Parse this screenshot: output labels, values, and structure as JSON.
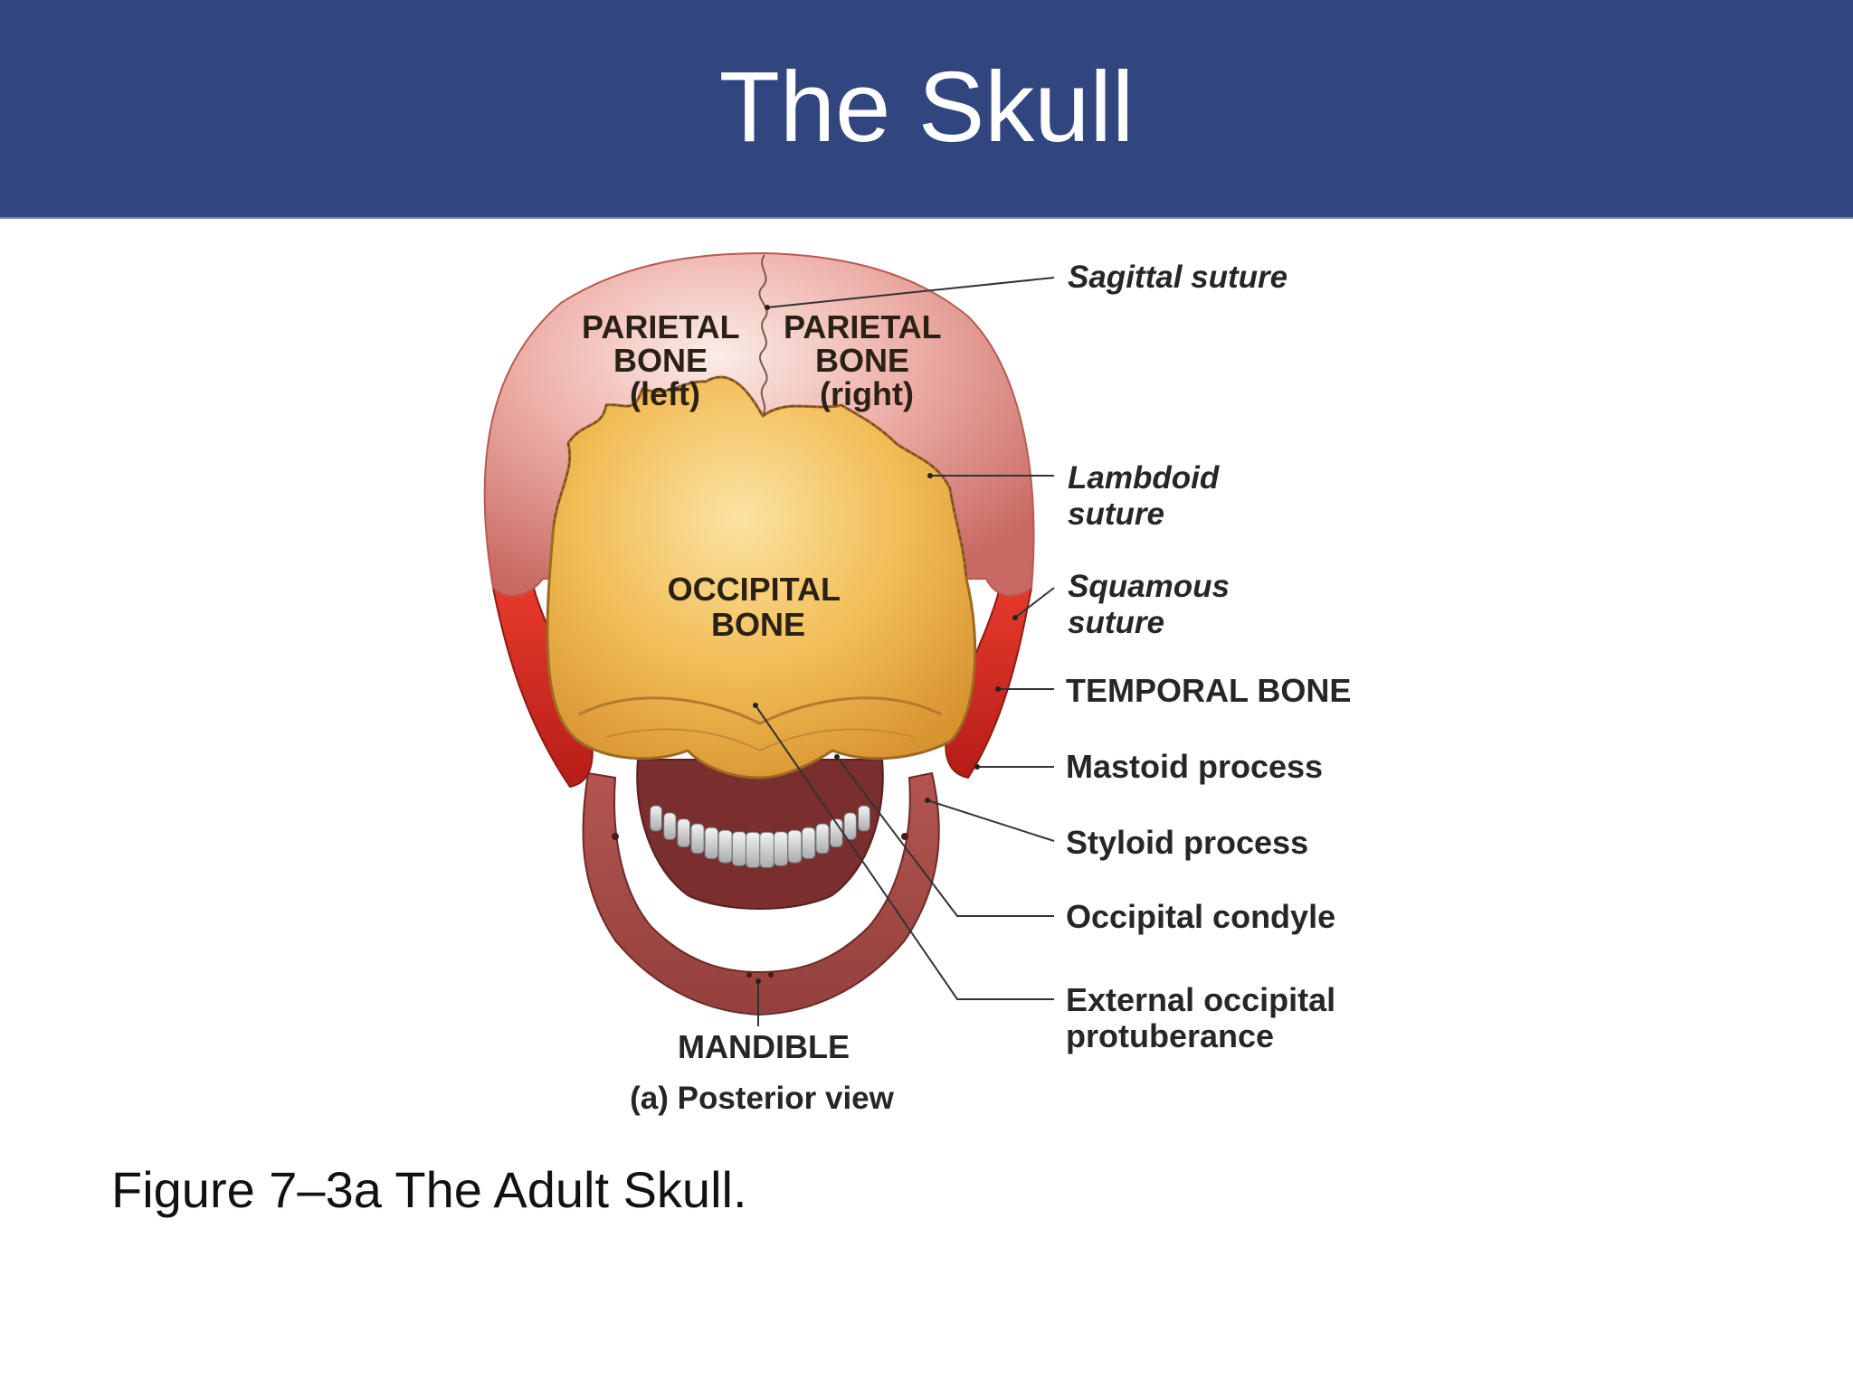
{
  "slide": {
    "title": "The Skull",
    "caption": "Figure 7–3a The Adult Skull.",
    "title_bar_color": "#31457f"
  },
  "figure": {
    "view_label": "(a) Posterior view",
    "bone_labels": {
      "parietal_left": [
        "PARIETAL",
        "BONE",
        "(left)"
      ],
      "parietal_right": [
        "PARIETAL",
        "BONE",
        "(right)"
      ],
      "occipital": [
        "OCCIPITAL",
        "BONE"
      ],
      "mandible": "MANDIBLE"
    },
    "callouts": {
      "sagittal_suture": "Sagittal suture",
      "lambdoid_suture": [
        "Lambdoid",
        "suture"
      ],
      "squamous_suture": [
        "Squamous",
        "suture"
      ],
      "temporal_bone": "TEMPORAL BONE",
      "mastoid_process": "Mastoid process",
      "styloid_process": "Styloid process",
      "occipital_condyle": "Occipital condyle",
      "external_occipital_protuberance": [
        "External occipital",
        "protuberance"
      ]
    },
    "colors": {
      "parietal": "#e49a90",
      "occipital": "#eeb048",
      "temporal": "#d12a22",
      "mandible": "#a8504d",
      "teeth": "#d9dadb"
    }
  }
}
